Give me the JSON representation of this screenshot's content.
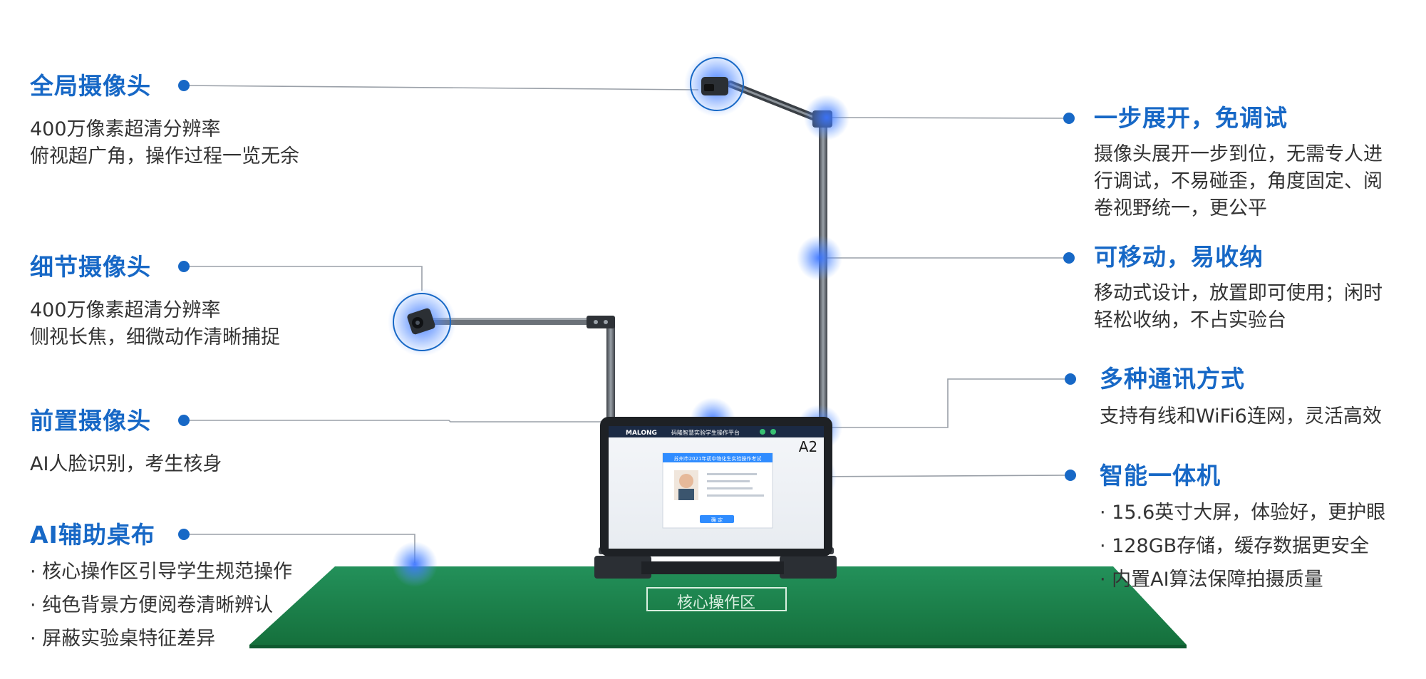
{
  "features": {
    "global_camera": {
      "title": "全局摄像头",
      "lines": [
        "400万像素超清分辨率",
        "俯视超广角，操作过程一览无余"
      ]
    },
    "detail_camera": {
      "title": "细节摄像头",
      "lines": [
        "400万像素超清分辨率",
        "侧视长焦，细微动作清晰捕捉"
      ]
    },
    "front_camera": {
      "title": "前置摄像头",
      "lines": [
        "AI人脸识别，考生核身"
      ]
    },
    "ai_mat": {
      "title": "AI辅助桌布",
      "lines": [
        "· 核心操作区引导学生规范操作",
        "· 纯色背景方便阅卷清晰辨认",
        "· 屏蔽实验桌特征差异"
      ]
    },
    "one_step": {
      "title": "一步展开，免调试",
      "lines": [
        "摄像头展开一步到位，无需专人进",
        "行调试，不易碰歪，角度固定、阅",
        "卷视野统一，更公平"
      ]
    },
    "movable": {
      "title": "可移动，易收纳",
      "lines": [
        "移动式设计，放置即可使用；闲时",
        "轻松收纳，不占实验台"
      ]
    },
    "comm": {
      "title": "多种通讯方式",
      "lines": [
        "支持有线和WiFi6连网，灵活高效"
      ]
    },
    "smart_terminal": {
      "title": "智能一体机",
      "lines": [
        "· 15.6英寸大屏，体验好，更护眼",
        "· 128GB存储，缓存数据更安全",
        "· 内置AI算法保障拍摄质量"
      ]
    }
  },
  "device": {
    "brand": "MALONG",
    "app_title": "码隆智慧实验学生操作平台",
    "seat": "A2",
    "dialog_title": "苏州市2021年初中物化生实验操作考试",
    "confirm_label": "确 定",
    "mat_label": "核心操作区"
  },
  "colors": {
    "accent": "#1768c6",
    "glow": "#2a6cf0",
    "mat_green": "#1f8a4c",
    "leader_line": "#9aa0a8"
  }
}
